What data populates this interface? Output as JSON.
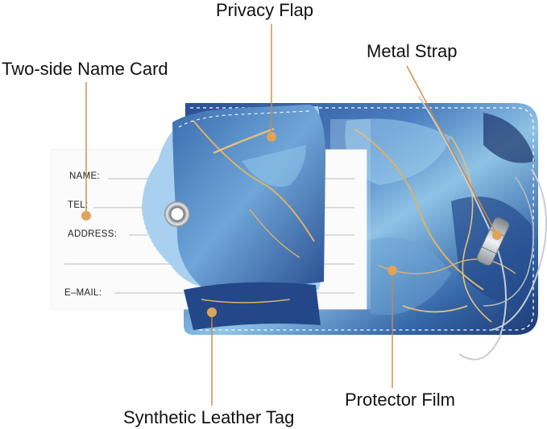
{
  "callouts": {
    "privacy_flap": "Privacy Flap",
    "name_card": "Two-side Name Card",
    "metal_strap": "Metal Strap",
    "protector_film": "Protector Film",
    "leather_tag": "Synthetic Leather Tag"
  },
  "name_card_fields": {
    "name": "NAME:",
    "tel": "TEL:",
    "address": "ADDRESS:",
    "email": "E–MAIL:"
  },
  "colors": {
    "marker": "#e0a458",
    "leader_line": "#c98a3f",
    "marble_dark": "#1f3f7a",
    "marble_mid": "#3a6fb0",
    "marble_light": "#8fc3e6",
    "gold_vein": "#d9b36a",
    "stitch": "#ffffff"
  }
}
